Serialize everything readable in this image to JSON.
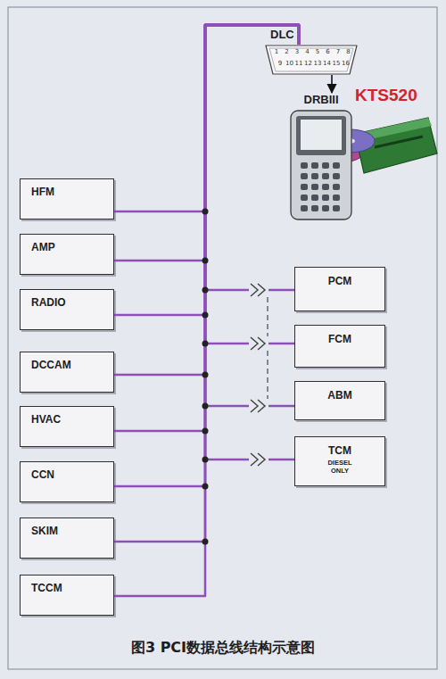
{
  "diagram": {
    "caption": "图3 PCI数据总线结构示意图",
    "nodes": [
      {
        "text": [
          "DLC"
        ]
      },
      {
        "text": [
          "DRBIII"
        ]
      },
      {
        "text": [
          "HFM"
        ]
      },
      {
        "text": [
          "AMP"
        ]
      },
      {
        "text": [
          "RADIO"
        ]
      },
      {
        "text": [
          "DCCAM"
        ]
      },
      {
        "text": [
          "HVAC"
        ]
      },
      {
        "text": [
          "CCN"
        ]
      },
      {
        "text": [
          "SKIM"
        ]
      },
      {
        "text": [
          "TCCM"
        ]
      },
      {
        "text": [
          "PCM"
        ]
      },
      {
        "text": [
          "FCM"
        ]
      },
      {
        "text": [
          "ABM"
        ]
      },
      {
        "text": [
          "TCM",
          "DIESEL ONLY"
        ]
      }
    ],
    "edges": [
      {
        "from": 0,
        "to": 1,
        "arrow": "to"
      },
      {
        "from": 2,
        "to": 0,
        "arrow": "none"
      },
      {
        "from": 3,
        "to": 0,
        "arrow": "none"
      },
      {
        "from": 4,
        "to": 0,
        "arrow": "none"
      },
      {
        "from": 5,
        "to": 0,
        "arrow": "none"
      },
      {
        "from": 6,
        "to": 0,
        "arrow": "none"
      },
      {
        "from": 7,
        "to": 0,
        "arrow": "none"
      },
      {
        "from": 8,
        "to": 0,
        "arrow": "none"
      },
      {
        "from": 9,
        "to": 0,
        "arrow": "none"
      },
      {
        "from": 10,
        "to": 0,
        "arrow": "none"
      },
      {
        "from": 11,
        "to": 0,
        "arrow": "none"
      },
      {
        "from": 12,
        "to": 0,
        "arrow": "none"
      },
      {
        "from": 13,
        "to": 0,
        "arrow": "none"
      }
    ],
    "labels": [
      "1",
      "2",
      "3",
      "4",
      "5",
      "6",
      "7",
      "8",
      "9",
      "10",
      "11",
      "12",
      "13",
      "14",
      "15",
      "16",
      "KTS520"
    ]
  }
}
